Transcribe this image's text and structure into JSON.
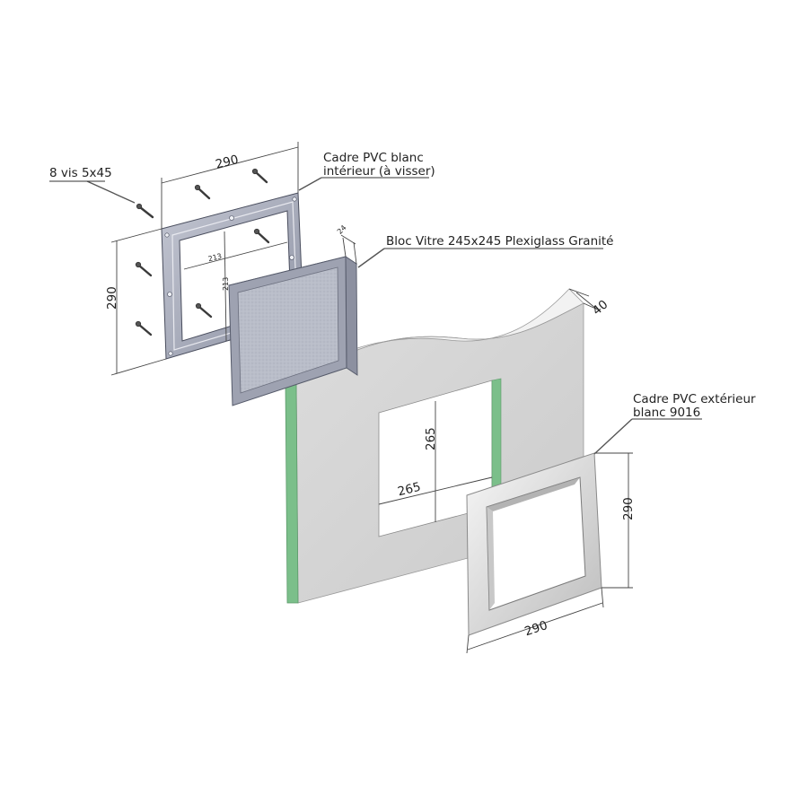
{
  "labels": {
    "screws": "8 vis 5x45",
    "inner_frame_line1": "Cadre PVC blanc",
    "inner_frame_line2": "intérieur (à visser)",
    "glass_block": "Bloc Vitre 245x245 Plexiglass Granité",
    "outer_frame_line1": "Cadre PVC extérieur",
    "outer_frame_line2": "blanc 9016"
  },
  "dimensions": {
    "inner_frame_width": "290",
    "inner_frame_height": "290",
    "inner_opening_width": "213",
    "inner_opening_height": "213",
    "glass_thickness": "24",
    "wall_thickness": "40",
    "wall_opening_height": "265",
    "wall_opening_width": "265",
    "outer_frame_height": "290",
    "outer_frame_width": "290"
  },
  "colors": {
    "inner_frame": "#9ea3b3",
    "glass": "#b8bcc8",
    "wall": "#d6d6d6",
    "wall_edge": "#7bbf8a",
    "outer_frame": "#e4e4e4"
  }
}
